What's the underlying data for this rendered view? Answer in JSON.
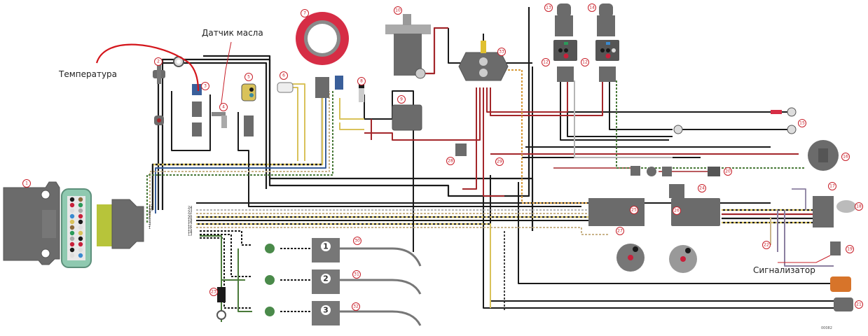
{
  "diagram": {
    "title": "",
    "annotations": {
      "temperature": "Температура",
      "oil_sensor": "Датчик масла",
      "alarm": "Сигнализатор"
    },
    "code": "00082",
    "colors": {
      "wire_black": "#1a1a1a",
      "wire_red": "#a3262a",
      "wire_yellow": "#d9c25a",
      "wire_green": "#4a7a3a",
      "wire_gray": "#b5b5b5",
      "wire_blue": "#3a5f9a",
      "wire_orange": "#d69a3a",
      "wire_tan": "#c9b48a",
      "component_gray": "#666666",
      "stator_red": "#d62d45",
      "callout_red": "#c8202a",
      "annotation_red": "#d4161c",
      "connector_green": "#8fc9b0"
    },
    "callouts": {
      "c1": "1",
      "c2": "2",
      "c3": "3",
      "c4": "4",
      "c5": "5",
      "c6": "6",
      "c7": "7",
      "c8": "8",
      "c9": "9",
      "c10": "10",
      "c12a": "12",
      "c12b": "12",
      "c13": "13",
      "c14": "14",
      "c15": "15",
      "c16": "16",
      "c17": "17",
      "c18": "18",
      "c19": "19",
      "c20": "20",
      "c21": "21",
      "c22": "22",
      "c23": "23",
      "c24": "24",
      "c25": "25",
      "c26": "26",
      "c27": "27",
      "c28": "28",
      "c29": "29",
      "c30": "30",
      "c31": "31",
      "c32": "32",
      "c33": "33"
    },
    "coils": [
      "1",
      "2",
      "3"
    ],
    "pins_left": [
      "12",
      "11",
      "10",
      "9",
      "8",
      "7",
      "6",
      "5",
      "4",
      "3",
      "2",
      "1"
    ],
    "pins_right": [
      "24",
      "23",
      "22",
      "21",
      "20",
      "19",
      "18",
      "17",
      "16",
      "15",
      "14",
      "13"
    ]
  }
}
